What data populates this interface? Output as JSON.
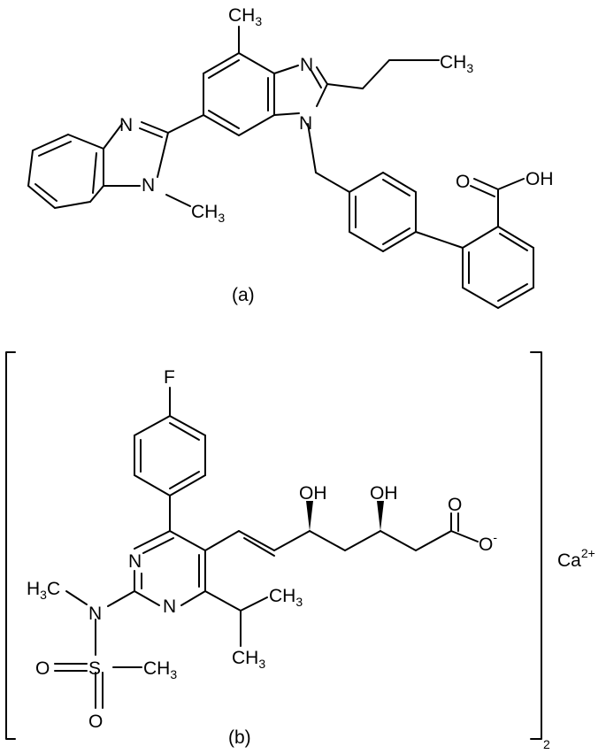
{
  "structure_a": {
    "caption": "(a)",
    "atoms": {
      "ch3_top": "CH",
      "ch3_top_sub": "3",
      "n_imid_top": "N",
      "ch3_propyl": "CH",
      "ch3_propyl_sub": "3",
      "n_imid_ring": "N",
      "n_benz_top": "N",
      "n_benz_methyl": "N",
      "ch3_n_methyl": "CH",
      "ch3_n_methyl_sub": "3",
      "carbonyl_o": "O",
      "hydroxyl": "OH"
    }
  },
  "structure_b": {
    "caption": "(b)",
    "bracket_subscript": "2",
    "counter_ion": "Ca",
    "counter_ion_charge": "2+",
    "atoms": {
      "fluorine": "F",
      "oh_left": "OH",
      "oh_right": "OH",
      "carboxylate_o_top": "O",
      "carboxylate_o_minus": "O",
      "carboxylate_charge": "-",
      "pyr_n_upper": "N",
      "pyr_n_lower": "N",
      "n_sulfonamide": "N",
      "h3c_label": "H",
      "h3c_sub": "3",
      "h3c_c": "C",
      "isopropyl_ch3_a": "CH",
      "isopropyl_ch3_a_sub": "3",
      "isopropyl_ch3_b": "CH",
      "isopropyl_ch3_b_sub": "3",
      "sulfur": "S",
      "sulfonyl_o_left": "O",
      "sulfonyl_o_bottom": "O",
      "s_ch3": "CH",
      "s_ch3_sub": "3"
    }
  }
}
